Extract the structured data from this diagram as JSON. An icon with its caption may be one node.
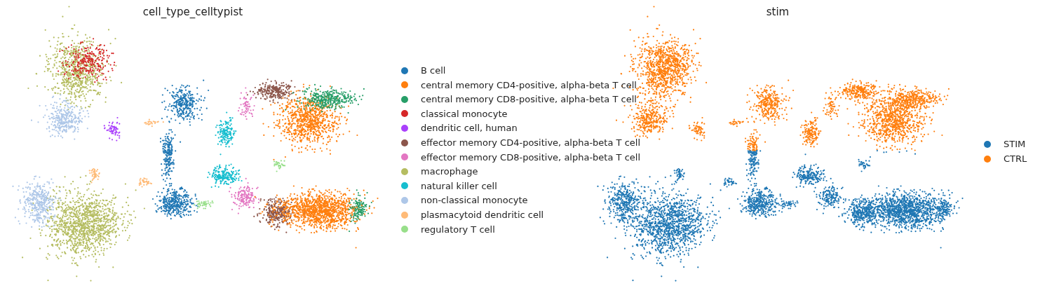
{
  "diagram": {
    "labels": [
      "cell_type_celltypist",
      "stim"
    ],
    "legend": [
      {
        "text": "B cell",
        "color": "#1f77b4"
      },
      {
        "text": "central memory CD4-positive, alpha-beta T cell",
        "color": "#ff7f0e"
      },
      {
        "text": "central memory CD8-positive, alpha-beta T cell",
        "color": "#279e68"
      },
      {
        "text": "classical monocyte",
        "color": "#d62728"
      },
      {
        "text": "dendritic cell, human",
        "color": "#aa40fc"
      },
      {
        "text": "effector memory CD4-positive, alpha-beta T cell",
        "color": "#8c564b"
      },
      {
        "text": "effector memory CD8-positive, alpha-beta T cell",
        "color": "#e377c2"
      },
      {
        "text": "macrophage",
        "color": "#b5bd61"
      },
      {
        "text": "natural killer cell",
        "color": "#17becf"
      },
      {
        "text": "non-classical monocyte",
        "color": "#aec7e8"
      },
      {
        "text": "plasmacytoid dendritic cell",
        "color": "#ffbb78"
      },
      {
        "text": "regulatory T cell",
        "color": "#98df8a"
      },
      {
        "text": "STIM",
        "color": "#1f77b4"
      },
      {
        "text": "CTRL",
        "color": "#ff7f0e"
      }
    ]
  }
}
